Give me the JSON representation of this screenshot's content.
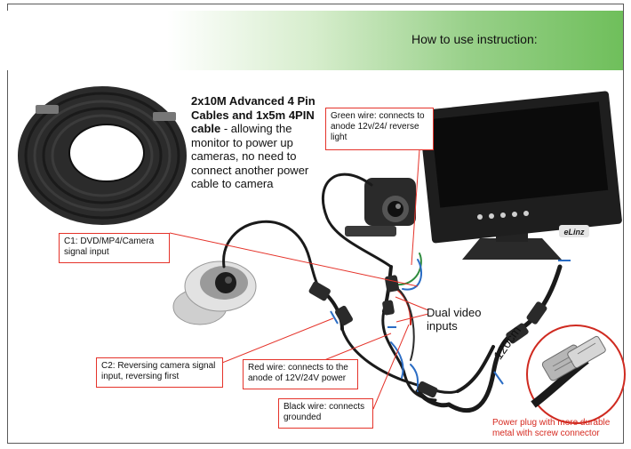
{
  "header": {
    "title": "How to use instruction:"
  },
  "description": {
    "bold": "2x10M Advanced 4 Pin Cables and 1x5m 4PIN cable",
    "rest": " - allowing the monitor to power up cameras, no need to connect another power cable to camera"
  },
  "callouts": {
    "green_wire": "Green wire: connects to anode 12v/24/ reverse light",
    "c1": "C1: DVD/MP4/Camera signal input",
    "c2": "C2: Reversing camera signal input, reversing first",
    "red_wire": "Red wire: connects to the anode of 12V/24V power",
    "black_wire": "Black wire: connects grounded",
    "dual_video": "Dual video inputs",
    "length": "120cm",
    "plug": "Power plug with more durable metal with screw connector"
  },
  "brand": "eLinz",
  "colors": {
    "callout_border": "#e5332a",
    "header_green": "#6fbf5b",
    "cable": "#1a1a1a"
  }
}
